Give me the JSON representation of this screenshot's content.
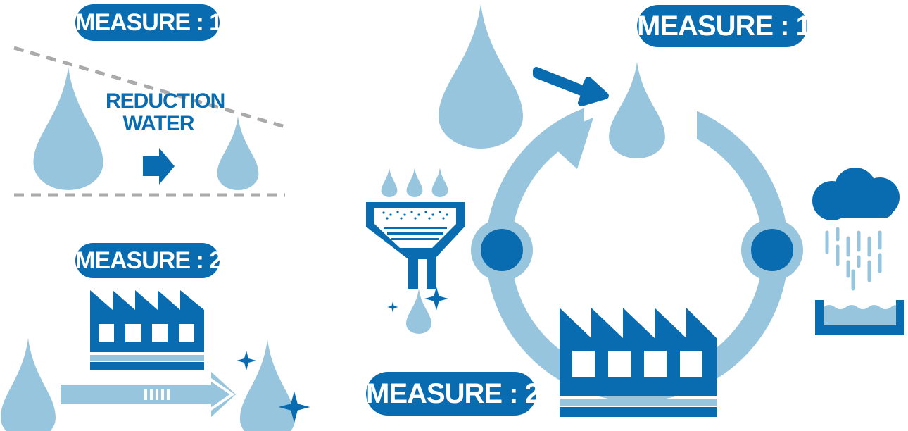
{
  "colors": {
    "light_blue": "#97C5DE",
    "dark_blue": "#0A6CB0",
    "gray_dash": "#AAAAAA",
    "white": "#FFFFFF"
  },
  "left_panel": {
    "measure1_label": "MEASURE : 1",
    "reduction_line1": "REDUCTION",
    "reduction_line2": "WATER",
    "measure2_label": "MEASURE : 2"
  },
  "right_panel": {
    "measure1_label": "MEASURE : 1",
    "measure2_label": "MEASURE : 2"
  },
  "icons": [
    "water-drop-icon",
    "arrow-right-icon",
    "factory-icon",
    "filter-funnel-icon",
    "rain-cloud-icon",
    "water-tank-icon",
    "sparkle-icon",
    "cycle-arrow-icon"
  ]
}
